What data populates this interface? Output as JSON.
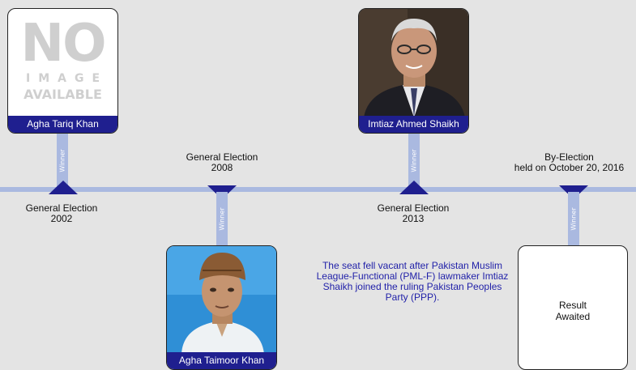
{
  "axis_label": "Winner",
  "events": [
    {
      "title": "General Election",
      "year": "2002"
    },
    {
      "title": "General Election",
      "year": "2008"
    },
    {
      "title": "General Election",
      "year": "2013"
    },
    {
      "title": "By-Election",
      "detail": "held on October 20, 2016"
    }
  ],
  "winners": [
    {
      "name": "Agha Tariq Khan",
      "photo": "no-image-placeholder"
    },
    {
      "name": "Agha Taimoor Khan",
      "photo": "portrait-photo"
    },
    {
      "name": "Imtiaz Ahmed Shaikh",
      "photo": "portrait-photo"
    }
  ],
  "placeholder": {
    "line1": "NO",
    "line2": "IMAGE",
    "line3": "AVAILABLE"
  },
  "note": "The seat fell vacant after Pakistan Muslim League-Functional (PML-F) lawmaker Imtiaz Shaikh joined the ruling Pakistan Peoples Party (PPP).",
  "result": {
    "line1": "Result",
    "line2": "Awaited"
  },
  "colors": {
    "background": "#e4e4e4",
    "axis": "#aab9e0",
    "accent": "#1f1f8f",
    "note": "#1f1fa8"
  }
}
